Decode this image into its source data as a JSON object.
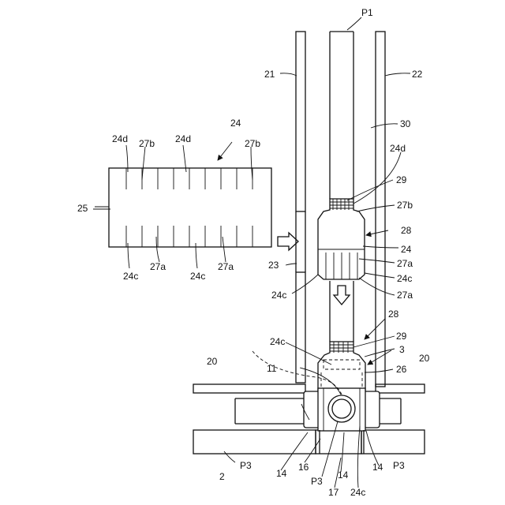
{
  "labels": {
    "p1": "P1",
    "n21": "21",
    "n22": "22",
    "n30": "30",
    "n24_top": "24",
    "n24d_left": "24d",
    "n27b_left": "27b",
    "n24d_mid": "24d",
    "n27b_right": "27b",
    "n25": "25",
    "n24c_left": "24c",
    "n27a_left": "27a",
    "n24c_mid": "24c",
    "n27a_right": "27a",
    "n24d_r": "24d",
    "n29_top": "29",
    "n27b_r": "27b",
    "n28_top": "28",
    "n24_r": "24",
    "n27a_r1": "27a",
    "n23": "23",
    "n24c_r": "24c",
    "n24c_l": "24c",
    "n27a_r2": "27a",
    "n28_bot": "28",
    "n29_bot": "29",
    "n24c_bot": "24c",
    "n3": "3",
    "n20_left": "20",
    "n20_right": "20",
    "n11": "11",
    "n26": "26",
    "np3_left": "P3",
    "np3_right": "P3",
    "n2": "2",
    "n14_a": "14",
    "n16": "16",
    "np3_mid": "P3",
    "n14_b": "14",
    "n14_c": "14",
    "n17": "17",
    "n24c_base": "24c"
  }
}
